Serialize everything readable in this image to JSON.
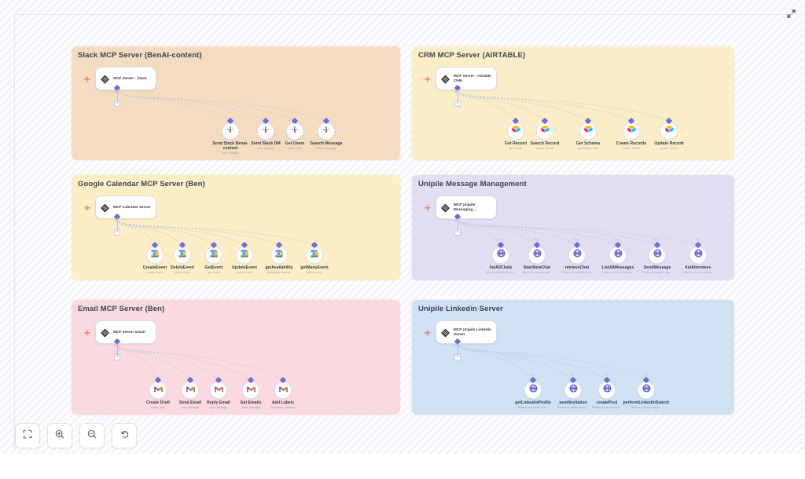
{
  "canvas": {
    "expand_icon": "expand-arrows-icon"
  },
  "toolbar": {
    "buttons": [
      {
        "name": "fit-view-button",
        "icon": "fit-screen-icon"
      },
      {
        "name": "zoom-in-button",
        "icon": "zoom-in-icon"
      },
      {
        "name": "zoom-out-button",
        "icon": "zoom-out-icon"
      },
      {
        "name": "reset-button",
        "icon": "undo-arrow-icon"
      }
    ]
  },
  "groups": [
    {
      "title": "Slack MCP Server (BenAI-content)",
      "color": "#f4dcc0",
      "server": {
        "label": "MCP Server - Slack",
        "icon": "mcp-icon"
      },
      "stub_caption": "Tool",
      "tools": [
        {
          "name": "Send Slack Benai-content",
          "desc": "post: message",
          "icon": "slack-icon"
        },
        {
          "name": "Send Slack DM",
          "desc": "post: message",
          "icon": "slack-icon"
        },
        {
          "name": "Get Users",
          "desc": "getAll: user",
          "icon": "slack-icon"
        },
        {
          "name": "Search Message",
          "desc": "search: message",
          "icon": "slack-icon"
        }
      ]
    },
    {
      "title": "CRM MCP Server (AIRTABLE)",
      "color": "#fbedc8",
      "server": {
        "label": "MCP Server - Airtable CRM",
        "icon": "mcp-icon"
      },
      "stub_caption": "Tool",
      "tools": [
        {
          "name": "Get Record",
          "desc": "get: record",
          "icon": "airtable-icon"
        },
        {
          "name": "Search Record",
          "desc": "search: record",
          "icon": "airtable-icon"
        },
        {
          "name": "Get Schema",
          "desc": "getSchema: base",
          "icon": "airtable-icon"
        },
        {
          "name": "Create Records",
          "desc": "create: record",
          "icon": "airtable-icon"
        },
        {
          "name": "Update Record",
          "desc": "update: record",
          "icon": "airtable-icon"
        }
      ]
    },
    {
      "title": "Google Calendar MCP Server (Ben)",
      "color": "#fdeec5",
      "server": {
        "label": "MCP Calendar Server",
        "icon": "mcp-icon"
      },
      "stub_caption": "Tool",
      "tools": [
        {
          "name": "CreateEvent",
          "desc": "create: event",
          "icon": "google-calendar-icon"
        },
        {
          "name": "DeleteEvent",
          "desc": "delete: event",
          "icon": "google-calendar-icon"
        },
        {
          "name": "GetEvent",
          "desc": "get: event",
          "icon": "google-calendar-icon"
        },
        {
          "name": "UpdateEvent",
          "desc": "update: event",
          "icon": "google-calendar-icon"
        },
        {
          "name": "getAvailability",
          "desc": "availability: calendar",
          "icon": "google-calendar-icon"
        },
        {
          "name": "getManyEvent",
          "desc": "getAll: event",
          "icon": "google-calendar-icon"
        }
      ]
    },
    {
      "title": "Unipile Message Management",
      "color": "#e2ddf2",
      "server": {
        "label": "MCP Unipile Messaging...",
        "icon": "mcp-icon"
      },
      "stub_caption": "Tool",
      "tools": [
        {
          "name": "listAllChats",
          "desc": "Returns a list of chats fr...",
          "icon": "globe-icon",
          "tag": "Tool"
        },
        {
          "name": "StartNewChat",
          "desc": "Start a new conversatio...",
          "icon": "globe-icon",
          "tag": "Tool"
        },
        {
          "name": "retrieveChat",
          "desc": "Retrieve the details of a ...",
          "icon": "globe-icon",
          "tag": "Tool"
        },
        {
          "name": "ListAllMessages",
          "desc": "Returns a list of messag...",
          "icon": "globe-icon",
          "tag": "Tool"
        },
        {
          "name": "SendMessage",
          "desc": "Send a message to the ...",
          "icon": "globe-icon",
          "tag": "Tool"
        },
        {
          "name": "listAttendees",
          "desc": "Returns a list of messag...",
          "icon": "globe-icon",
          "tag": "Tool"
        }
      ]
    },
    {
      "title": "Email MCP Server (Ben)",
      "color": "#fadade",
      "server": {
        "label": "MCP Server Gmail",
        "icon": "mcp-icon"
      },
      "stub_caption": "Tool",
      "tools": [
        {
          "name": "Create Draft",
          "desc": "create: draft",
          "icon": "gmail-icon"
        },
        {
          "name": "Send Email",
          "desc": "send: message",
          "icon": "gmail-icon"
        },
        {
          "name": "Reply Email",
          "desc": "reply: message",
          "icon": "gmail-icon"
        },
        {
          "name": "Get Emails",
          "desc": "getAll: message",
          "icon": "gmail-icon"
        },
        {
          "name": "Add Labels",
          "desc": "addLabels: message",
          "icon": "gmail-icon"
        }
      ]
    },
    {
      "title": "Unipile Linkedin Server",
      "color": "#cfe1f2",
      "server": {
        "label": "MCP Unipile Linkedin Server",
        "icon": "mcp-icon"
      },
      "stub_caption": "Tool",
      "tools": [
        {
          "name": "getLinkedinProfile",
          "desc": "Retrieve the profile of a ...",
          "icon": "globe-icon",
          "tag": "Tool"
        },
        {
          "name": "sendInvitation",
          "desc": "Send an invitation to link...",
          "icon": "globe-icon",
          "tag": "Tool"
        },
        {
          "name": "createPost",
          "desc": "Publish a post over link...",
          "icon": "globe-icon",
          "tag": "Tool"
        },
        {
          "name": "performLinkedinSearch",
          "desc": "Perform Linkedin using ...",
          "icon": "globe-icon",
          "tag": "Tool"
        }
      ]
    }
  ]
}
